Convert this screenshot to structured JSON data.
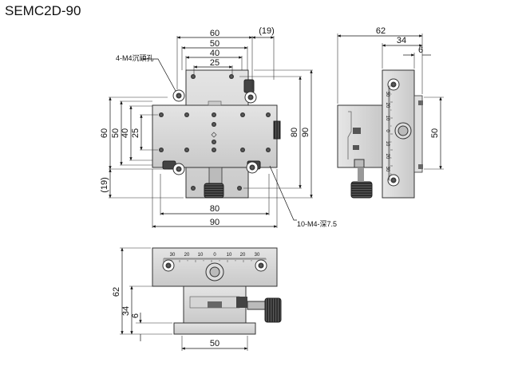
{
  "title": "SEMC2D-90",
  "top_view": {
    "top_dims": [
      "60",
      "50",
      "40",
      "25"
    ],
    "top_paren": "(19)",
    "left_dims": [
      "60",
      "50",
      "40",
      "25"
    ],
    "left_paren": "(19)",
    "right_dims": [
      "80",
      "90"
    ],
    "bottom_dims": [
      "80",
      "90"
    ],
    "callout_counterbore": "4-M4沉頭孔",
    "callout_tapped": "10-M4-深7.5"
  },
  "side_view": {
    "top_dims": [
      "62",
      "34",
      "6"
    ],
    "right_dim": "50",
    "scale_labels": [
      "30",
      "20",
      "10",
      "0",
      "10",
      "20",
      "30"
    ]
  },
  "front_view": {
    "left_dims": [
      "62",
      "34",
      "6"
    ],
    "bottom_dim": "50",
    "scale_labels": [
      "30",
      "20",
      "10",
      "0",
      "10",
      "20",
      "30"
    ]
  }
}
